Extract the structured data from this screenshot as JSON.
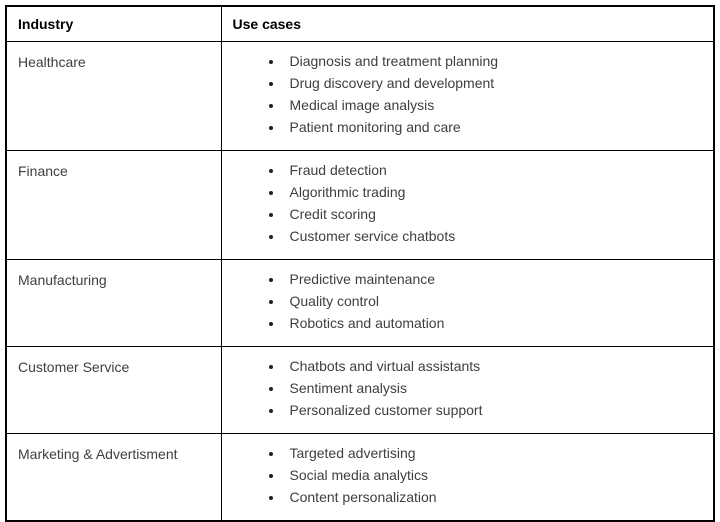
{
  "table": {
    "columns": [
      {
        "label": "Industry"
      },
      {
        "label": "Use cases"
      }
    ],
    "rows": [
      {
        "industry": "Healthcare",
        "use_cases": [
          "Diagnosis and treatment planning",
          "Drug discovery and development",
          "Medical image analysis",
          "Patient monitoring and care"
        ]
      },
      {
        "industry": "Finance",
        "use_cases": [
          "Fraud detection",
          "Algorithmic trading",
          "Credit scoring",
          "Customer service chatbots"
        ]
      },
      {
        "industry": "Manufacturing",
        "use_cases": [
          "Predictive maintenance",
          "Quality control",
          "Robotics and automation"
        ]
      },
      {
        "industry": "Customer Service",
        "use_cases": [
          "Chatbots and virtual assistants",
          "Sentiment analysis",
          "Personalized customer support"
        ]
      },
      {
        "industry": "Marketing & Advertisment",
        "use_cases": [
          "Targeted advertising",
          "Social media analytics",
          "Content personalization"
        ]
      }
    ]
  },
  "colors": {
    "border": "#000000",
    "header_text": "#000000",
    "body_text": "#3c4043",
    "background": "#ffffff"
  }
}
